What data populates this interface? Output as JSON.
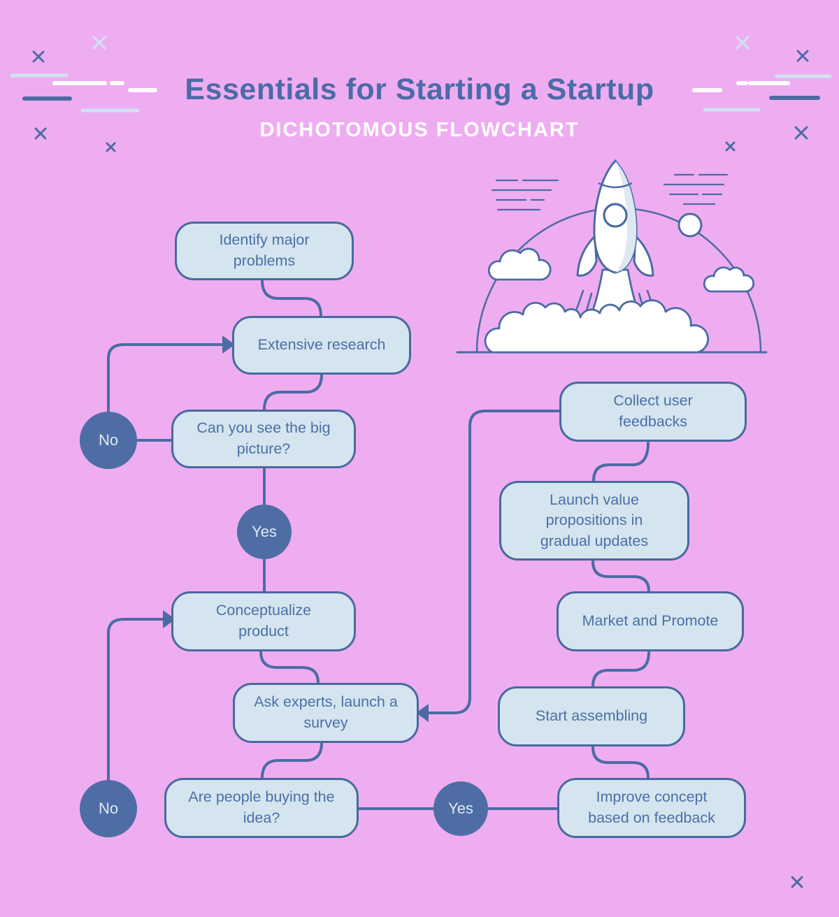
{
  "title": "Essentials for Starting a Startup",
  "subtitle": "DICHOTOMOUS FLOWCHART",
  "colors": {
    "background": "#efadf1",
    "node_fill": "#d4e5ef",
    "node_border": "#49699e",
    "node_text": "#4c6fa7",
    "circle_fill": "#4e6da5",
    "circle_text": "#dceaf4",
    "title_text": "#4c6ba8",
    "subtitle_text": "#ffffff",
    "connector": "#4c6ba3",
    "decor_light": "#cfe3f2",
    "decor_white": "#ffffff"
  },
  "nodes": [
    {
      "id": "identify-major-problems",
      "label": "Identify major problems"
    },
    {
      "id": "extensive-research",
      "label": "Extensive research"
    },
    {
      "id": "big-picture",
      "label": "Can you see the big picture?"
    },
    {
      "id": "conceptualize-product",
      "label": "Conceptualize product"
    },
    {
      "id": "ask-experts",
      "label": "Ask experts, launch a survey"
    },
    {
      "id": "are-people-buying",
      "label": "Are people buying the idea?"
    },
    {
      "id": "improve-concept",
      "label": "Improve concept based on feedback"
    },
    {
      "id": "start-assembling",
      "label": "Start assembling"
    },
    {
      "id": "market-and-promote",
      "label": "Market and Promote"
    },
    {
      "id": "launch-value-propositions",
      "label": "Launch value propositions in gradual updates"
    },
    {
      "id": "collect-user-feedbacks",
      "label": "Collect user feedbacks"
    }
  ],
  "decision_labels": [
    {
      "id": "no-big-picture",
      "label": "No"
    },
    {
      "id": "yes-big-picture",
      "label": "Yes"
    },
    {
      "id": "no-people-buying",
      "label": "No"
    },
    {
      "id": "yes-people-buying",
      "label": "Yes"
    }
  ],
  "edges": [
    {
      "from": "identify-major-problems",
      "to": "extensive-research",
      "label": ""
    },
    {
      "from": "extensive-research",
      "to": "big-picture",
      "label": ""
    },
    {
      "from": "big-picture",
      "to": "extensive-research",
      "label": "No"
    },
    {
      "from": "big-picture",
      "to": "conceptualize-product",
      "label": "Yes"
    },
    {
      "from": "conceptualize-product",
      "to": "ask-experts",
      "label": ""
    },
    {
      "from": "ask-experts",
      "to": "are-people-buying",
      "label": ""
    },
    {
      "from": "are-people-buying",
      "to": "conceptualize-product",
      "label": "No"
    },
    {
      "from": "are-people-buying",
      "to": "improve-concept",
      "label": "Yes"
    },
    {
      "from": "improve-concept",
      "to": "start-assembling",
      "label": ""
    },
    {
      "from": "start-assembling",
      "to": "market-and-promote",
      "label": ""
    },
    {
      "from": "market-and-promote",
      "to": "launch-value-propositions",
      "label": ""
    },
    {
      "from": "launch-value-propositions",
      "to": "collect-user-feedbacks",
      "label": ""
    },
    {
      "from": "collect-user-feedbacks",
      "to": "ask-experts",
      "label": ""
    }
  ]
}
